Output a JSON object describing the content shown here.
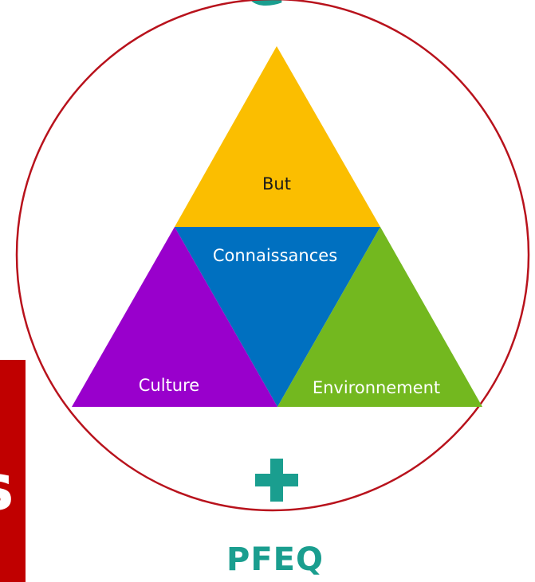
{
  "diagram": {
    "top_glyph": "e",
    "left_glyph": "s",
    "plus_symbol": "+",
    "bottom_label": "PFEQ",
    "triangles": [
      {
        "key": "top",
        "label": "But",
        "color": "#FBBE00"
      },
      {
        "key": "middle",
        "label": "Connaissances",
        "color": "#0070C0"
      },
      {
        "key": "left",
        "label": "Culture",
        "color": "#9900CC"
      },
      {
        "key": "right",
        "label": "Environnement",
        "color": "#73B81F"
      }
    ],
    "colors": {
      "circle_stroke": "#B8121C",
      "left_bar": "#C00000",
      "teal": "#1A9E8F",
      "dark_text": "#1a1a1a",
      "light_text": "#ffffff"
    }
  }
}
